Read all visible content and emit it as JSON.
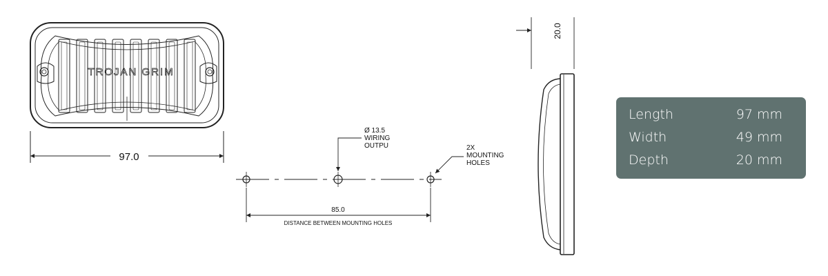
{
  "front_view": {
    "brand_logo": "TROJAN GRIM",
    "width_dimension": "97.0"
  },
  "mounting_view": {
    "hole_spacing_dimension": "85.0",
    "hole_spacing_label": "DISTANCE BETWEEN MOUNTING HOLES",
    "wiring_callout": [
      "Ø 13.5",
      "WIRING",
      "OUTPU"
    ],
    "mounting_callout": [
      "2X",
      "MOUNTING",
      "HOLES"
    ]
  },
  "side_view": {
    "depth_dimension": "20.0"
  },
  "specs": [
    {
      "label": "Length",
      "value": "97 mm"
    },
    {
      "label": "Width",
      "value": "49 mm"
    },
    {
      "label": "Depth",
      "value": "20 mm"
    }
  ],
  "colors": {
    "panel_background": "#607270",
    "panel_text": "#ffffff",
    "line": "#222222"
  }
}
